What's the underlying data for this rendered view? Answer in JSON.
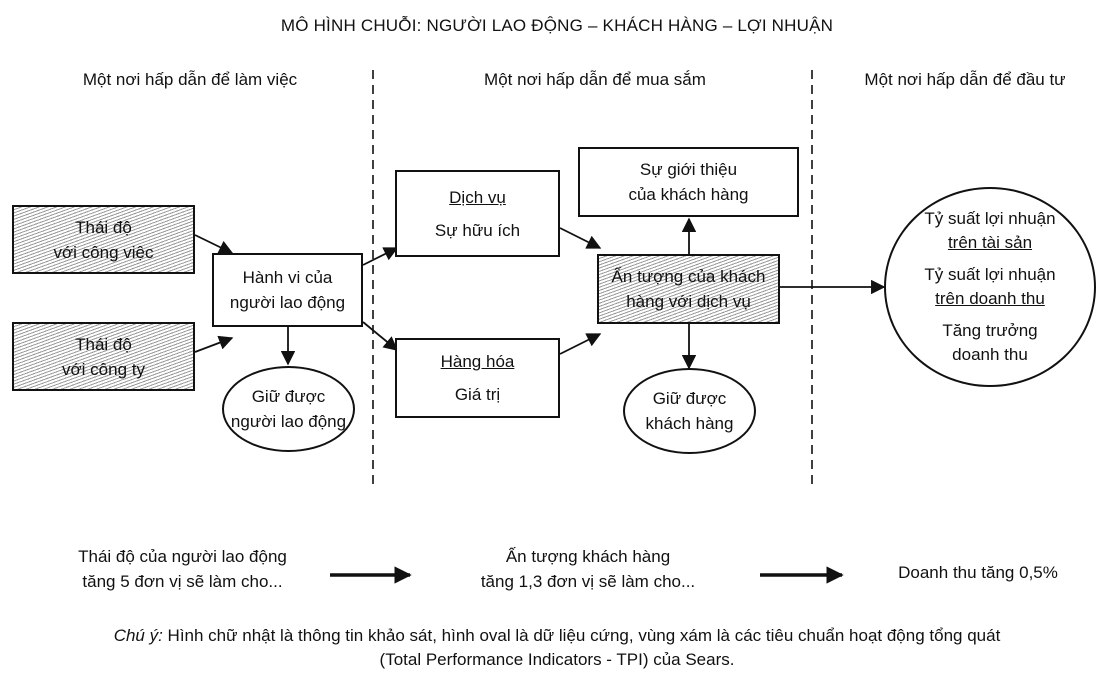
{
  "title": "MÔ HÌNH CHUỖI: NGƯỜI LAO ĐỘNG – KHÁCH HÀNG – LỢI NHUẬN",
  "columns": {
    "work": "Một nơi hấp dẫn để làm việc",
    "shop": "Một nơi hấp dẫn để mua sắm",
    "invest": "Một nơi hấp dẫn để đầu tư"
  },
  "nodes": {
    "attitude_job": [
      "Thái độ",
      "với công việc"
    ],
    "attitude_company": [
      "Thái độ",
      "với công ty"
    ],
    "employee_behavior": [
      "Hành vi của",
      "người lao động"
    ],
    "employee_retention": [
      "Giữ được",
      "người lao động"
    ],
    "service": {
      "heading": "Dịch vụ",
      "sub": "Sự hữu ích"
    },
    "merchandise": {
      "heading": "Hàng hóa",
      "sub": "Giá trị"
    },
    "customer_referral": [
      "Sự giới thiệu",
      "của khách hàng"
    ],
    "customer_impression": [
      "Ấn tượng của khách",
      "hàng với dịch vụ"
    ],
    "customer_retention": [
      "Giữ được",
      "khách hàng"
    ],
    "profit_metrics": {
      "roa": [
        "Tỷ suất lợi nhuận",
        "trên tài sản"
      ],
      "ros": [
        "Tỷ suất lợi nhuận",
        "trên doanh thu"
      ],
      "growth": [
        "Tăng trưởng",
        "doanh thu"
      ]
    }
  },
  "bottom": {
    "left": [
      "Thái độ của người lao động",
      "tăng 5 đơn vị sẽ làm cho..."
    ],
    "middle": [
      "Ấn tượng khách hàng",
      "tăng 1,3 đơn vị sẽ làm cho..."
    ],
    "right": "Doanh thu tăng 0,5%"
  },
  "note": {
    "label": "Chú ý:",
    "line1": " Hình chữ nhật là thông tin khảo sát, hình oval là dữ liệu cứng, vùng xám là các tiêu chuẩn hoạt động tổng quát",
    "line2": "(Total Performance Indicators - TPI) của Sears."
  }
}
